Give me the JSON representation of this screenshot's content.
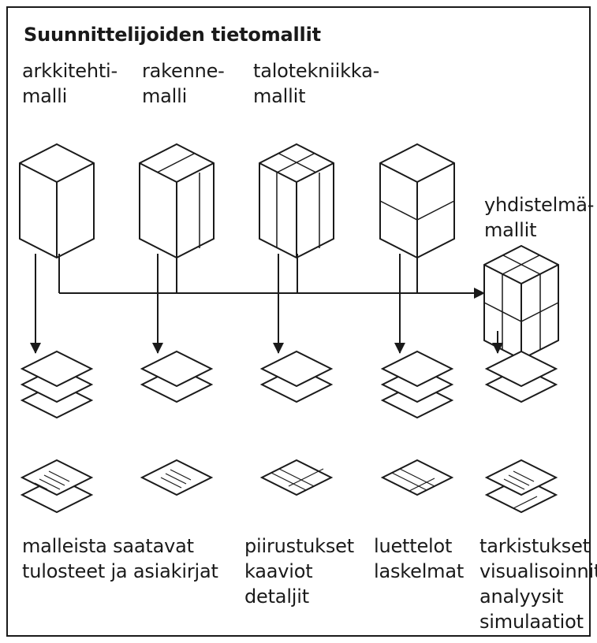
{
  "title": "Suunnittelijoiden tietomallit",
  "models": [
    {
      "lines": [
        "arkkitehti-",
        "malli"
      ]
    },
    {
      "lines": [
        "rakenne-",
        "malli"
      ]
    },
    {
      "lines": [
        "talotekniikka-",
        "mallit"
      ]
    }
  ],
  "combined_model": {
    "lines": [
      "yhdistelmä-",
      "mallit"
    ]
  },
  "outputs": [
    {
      "lines": [
        "malleista saatavat",
        "tulosteet ja asiakirjat"
      ]
    },
    {
      "lines": [
        "piirustukset",
        "kaaviot",
        "detaljit"
      ]
    },
    {
      "lines": [
        "luettelot",
        "laskelmat"
      ]
    },
    {
      "lines": [
        "tarkistukset",
        "visualisoinnit",
        "analyysit",
        "simulaatiot"
      ]
    }
  ],
  "colors": {
    "line": "#1a1a1a",
    "fill": "#ffffff"
  }
}
